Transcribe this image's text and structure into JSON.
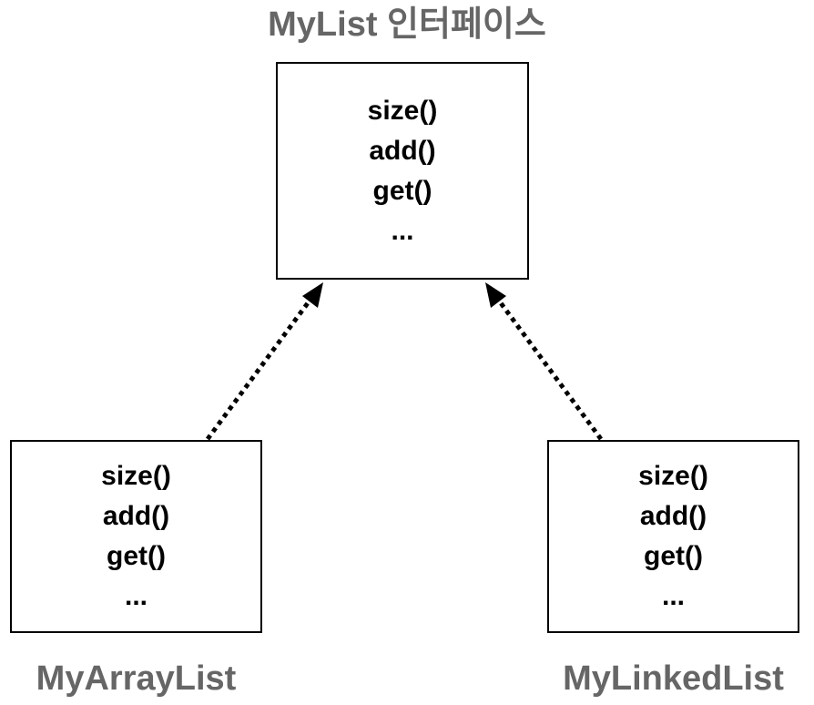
{
  "interface": {
    "title": "MyList 인터페이스",
    "methods": [
      "size()",
      "add()",
      "get()",
      "..."
    ]
  },
  "left_impl": {
    "title": "MyArrayList",
    "methods": [
      "size()",
      "add()",
      "get()",
      "..."
    ]
  },
  "right_impl": {
    "title": "MyLinkedList",
    "methods": [
      "size()",
      "add()",
      "get()",
      "..."
    ]
  },
  "colors": {
    "title_text": "#666666",
    "box_border": "#000000",
    "arrow": "#000000"
  }
}
